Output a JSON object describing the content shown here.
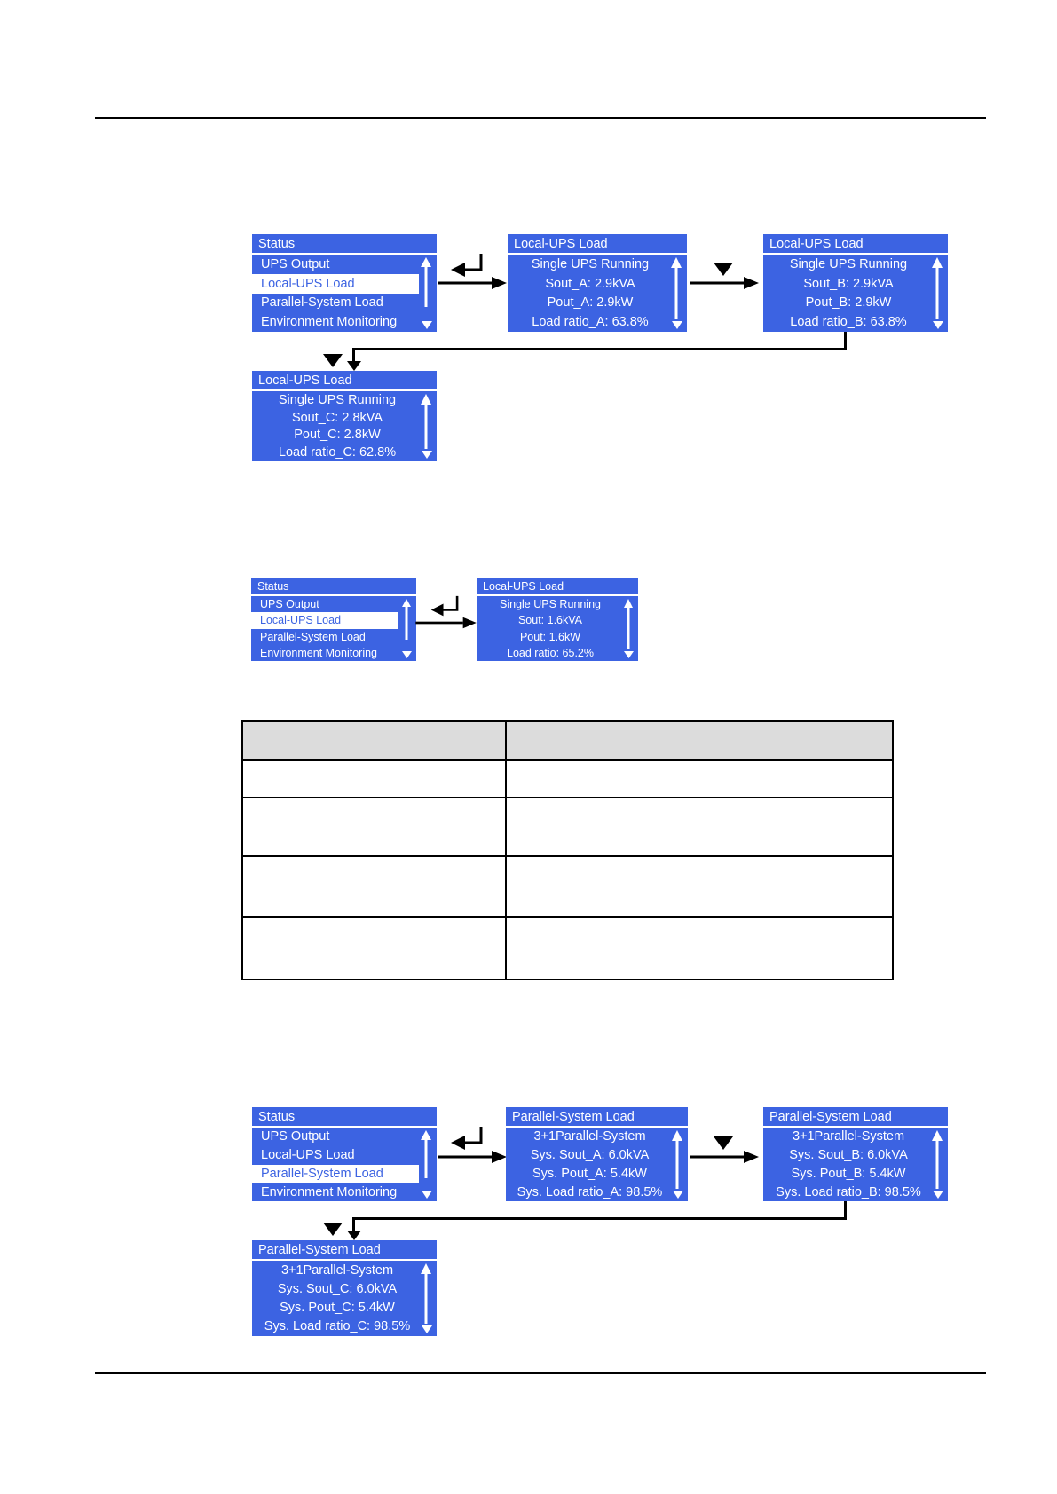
{
  "colors": {
    "lcd_blue": "#3c63e2",
    "lcd_text": "#ffffff",
    "highlight_text": "#3c63e2",
    "table_header_bg": "#dcdcdc",
    "line_color": "#000000"
  },
  "icons": {
    "enter_key_arrow": "↵",
    "down_key": "▼",
    "scroll_up_arrow": "↑",
    "scroll_down_arrow": "▼"
  },
  "diagram1": {
    "menu": {
      "title": "Status",
      "items": [
        {
          "label": "UPS Output",
          "highlighted": false
        },
        {
          "label": "Local-UPS Load",
          "highlighted": true
        },
        {
          "label": "Parallel-System Load",
          "highlighted": false
        },
        {
          "label": "Environment Monitoring",
          "highlighted": false
        }
      ]
    },
    "screen_a": {
      "title": "Local-UPS Load",
      "lines": [
        "Single UPS Running",
        "Sout_A: 2.9kVA",
        "Pout_A: 2.9kW",
        "Load ratio_A: 63.8%"
      ]
    },
    "screen_b": {
      "title": "Local-UPS Load",
      "lines": [
        "Single UPS Running",
        "Sout_B: 2.9kVA",
        "Pout_B: 2.9kW",
        "Load ratio_B: 63.8%"
      ]
    },
    "screen_c": {
      "title": "Local-UPS Load",
      "lines": [
        "Single UPS Running",
        "Sout_C: 2.8kVA",
        "Pout_C: 2.8kW",
        "Load ratio_C: 62.8%"
      ]
    }
  },
  "diagram2": {
    "menu": {
      "title": "Status",
      "items": [
        {
          "label": "UPS Output",
          "highlighted": false
        },
        {
          "label": "Local-UPS Load",
          "highlighted": true
        },
        {
          "label": "Parallel-System Load",
          "highlighted": false
        },
        {
          "label": "Environment Monitoring",
          "highlighted": false
        }
      ]
    },
    "screen": {
      "title": "Local-UPS Load",
      "lines": [
        "Single UPS Running",
        "Sout: 1.6kVA",
        "Pout: 1.6kW",
        "Load ratio: 65.2%"
      ]
    }
  },
  "table": {
    "header": [
      "",
      ""
    ],
    "rows": [
      [
        "",
        ""
      ],
      [
        "",
        ""
      ],
      [
        "",
        ""
      ],
      [
        "",
        ""
      ]
    ]
  },
  "diagram3": {
    "menu": {
      "title": "Status",
      "items": [
        {
          "label": "UPS Output",
          "highlighted": false
        },
        {
          "label": "Local-UPS Load",
          "highlighted": false
        },
        {
          "label": "Parallel-System Load",
          "highlighted": true
        },
        {
          "label": "Environment Monitoring",
          "highlighted": false
        }
      ]
    },
    "screen_a": {
      "title": "Parallel-System Load",
      "lines": [
        "3+1Parallel-System",
        "Sys. Sout_A: 6.0kVA",
        "Sys. Pout_A: 5.4kW",
        "Sys. Load ratio_A: 98.5%"
      ]
    },
    "screen_b": {
      "title": "Parallel-System Load",
      "lines": [
        "3+1Parallel-System",
        "Sys. Sout_B: 6.0kVA",
        "Sys. Pout_B: 5.4kW",
        "Sys. Load ratio_B: 98.5%"
      ]
    },
    "screen_c": {
      "title": "Parallel-System Load",
      "lines": [
        "3+1Parallel-System",
        "Sys. Sout_C: 6.0kVA",
        "Sys. Pout_C: 5.4kW",
        "Sys. Load ratio_C: 98.5%"
      ]
    }
  }
}
